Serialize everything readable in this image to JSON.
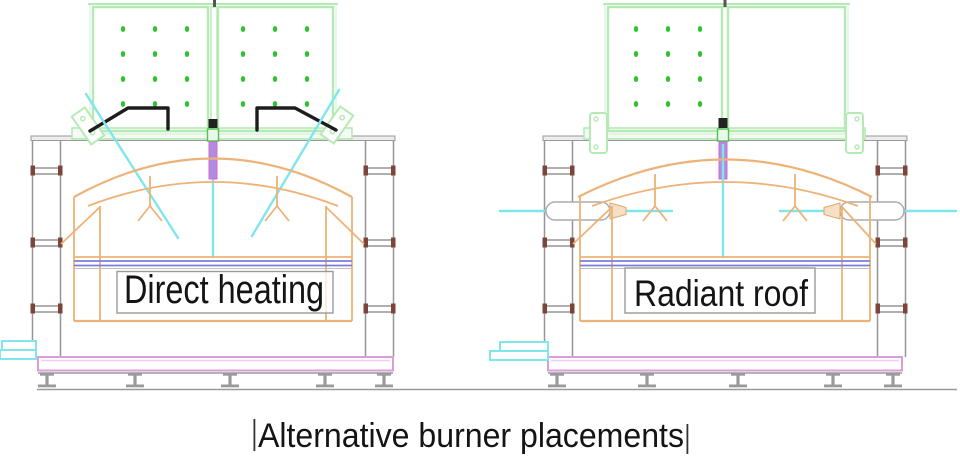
{
  "figure": {
    "caption": "Alternative burner placements"
  },
  "furnaces": [
    {
      "id": "direct-heating",
      "label": "Direct heating",
      "burner_arrangement": "two inclined roof burners firing down into chamber"
    },
    {
      "id": "radiant-roof",
      "label": "Radiant roof",
      "burner_arrangement": "central vertical roof burner plus two horizontal side burners"
    }
  ],
  "palette": {
    "recuperator_green": "#b5eab5",
    "tube_dot_green": "#2fc42f",
    "refractory_orange": "#edb277",
    "steel_gray": "#969696",
    "joint_red": "#7c453c",
    "flame_cyan": "#80e6ee",
    "stock_line_blue": "#7d7dd8",
    "hearth_pink": "#dc9cda",
    "burner_purple": "#b28ae0",
    "pipe_black": "#1d1d1d",
    "text_black": "#141414"
  }
}
